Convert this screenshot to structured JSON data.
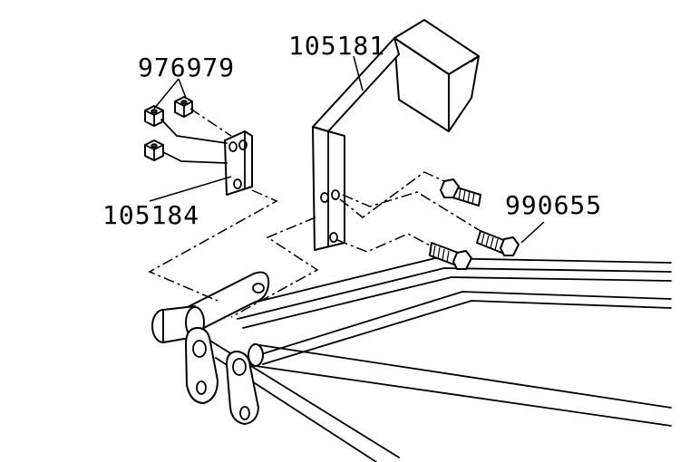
{
  "callouts": {
    "nut": "976979",
    "bracket": "105184",
    "guard": "105181",
    "bolt": "990655"
  }
}
